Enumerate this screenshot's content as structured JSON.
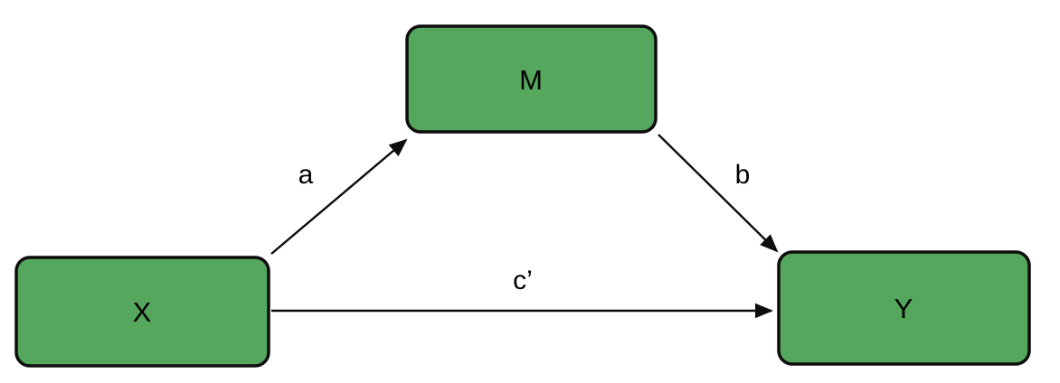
{
  "diagram": {
    "type": "mediation-path-diagram",
    "nodes": [
      {
        "id": "X",
        "label": "X",
        "role": "independent-variable"
      },
      {
        "id": "M",
        "label": "M",
        "role": "mediator"
      },
      {
        "id": "Y",
        "label": "Y",
        "role": "dependent-variable"
      }
    ],
    "edges": [
      {
        "from": "X",
        "to": "M",
        "label": "a"
      },
      {
        "from": "M",
        "to": "Y",
        "label": "b"
      },
      {
        "from": "X",
        "to": "Y",
        "label": "c’"
      }
    ],
    "colors": {
      "node_fill": "#54A75C",
      "node_border": "#0d0d0d",
      "arrow": "#0d0d0d",
      "label_text": "#000000",
      "background": "#ffffff"
    }
  }
}
